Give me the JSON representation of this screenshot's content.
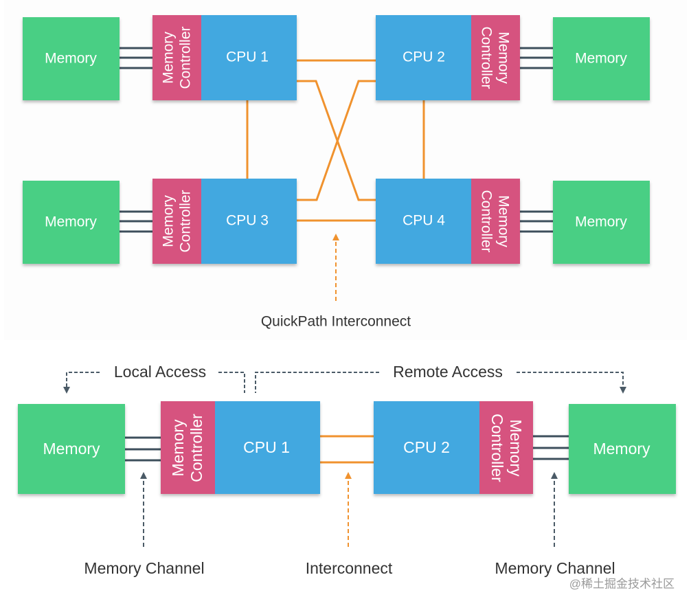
{
  "colors": {
    "memory": "#48cf84",
    "controller": "#d6527f",
    "cpu": "#42a8e0",
    "interconnect": "#f0922e",
    "channel": "#3d4f5c",
    "annotation": "#4a5a66",
    "text_light": "#ffffff",
    "text_dark": "#333333",
    "watermark": "#9a9a9a"
  },
  "top_diagram": {
    "nodes": [
      {
        "id": "cpu1",
        "cpu_label": "CPU 1",
        "controller_label": [
          "Memory",
          "Controller"
        ],
        "memory_label": "Memory"
      },
      {
        "id": "cpu2",
        "cpu_label": "CPU 2",
        "controller_label": [
          "Memory",
          "Controller"
        ],
        "memory_label": "Memory"
      },
      {
        "id": "cpu3",
        "cpu_label": "CPU 3",
        "controller_label": [
          "Memory",
          "Controller"
        ],
        "memory_label": "Memory"
      },
      {
        "id": "cpu4",
        "cpu_label": "CPU 4",
        "controller_label": [
          "Memory",
          "Controller"
        ],
        "memory_label": "Memory"
      }
    ],
    "links": [
      [
        "cpu1",
        "cpu2"
      ],
      [
        "cpu1",
        "cpu4"
      ],
      [
        "cpu3",
        "cpu2"
      ],
      [
        "cpu3",
        "cpu4"
      ],
      [
        "cpu1",
        "cpu3"
      ],
      [
        "cpu2",
        "cpu4"
      ]
    ],
    "callout": "QuickPath Interconnect"
  },
  "bottom_diagram": {
    "nodes": [
      {
        "id": "cpu1",
        "cpu_label": "CPU 1",
        "controller_label": [
          "Memory",
          "Controller"
        ],
        "memory_label": "Memory"
      },
      {
        "id": "cpu2",
        "cpu_label": "CPU 2",
        "controller_label": [
          "Memory",
          "Controller"
        ],
        "memory_label": "Memory"
      }
    ],
    "local_access": "Local Access",
    "remote_access": "Remote Access",
    "callouts": {
      "left_channel": "Memory Channel",
      "interconnect": "Interconnect",
      "right_channel": "Memory Channel"
    }
  },
  "watermark": "@稀土掘金技术社区"
}
